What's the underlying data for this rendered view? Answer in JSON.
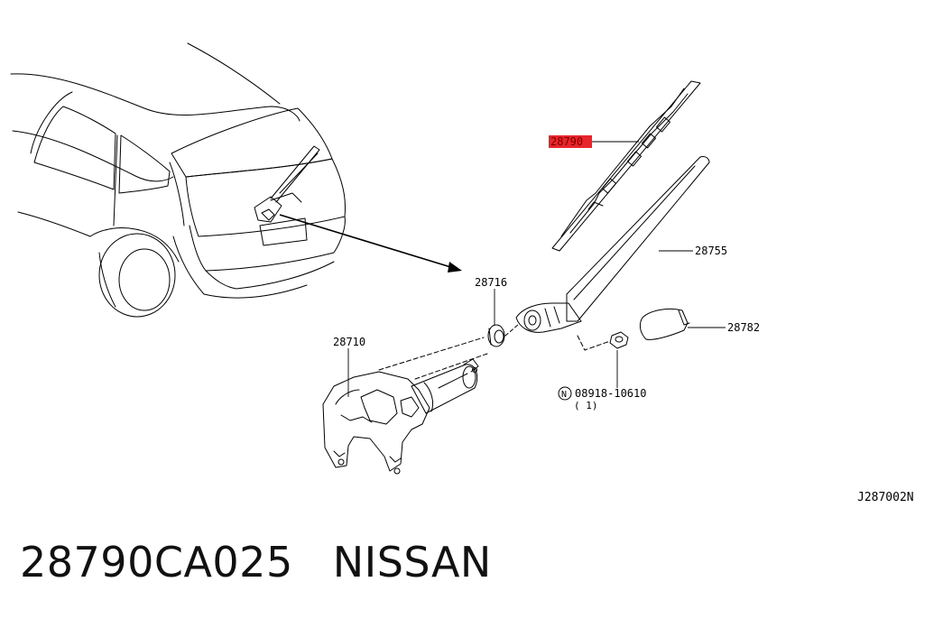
{
  "labels": {
    "highlighted_part": "28790",
    "arm": "28755",
    "nut": "28716",
    "cap": "28782",
    "motor": "28710",
    "bolt": "08918-10610",
    "bolt_qty": "( 1)",
    "bolt_marker": "N",
    "diagram_code": "J287002N"
  },
  "highlight_color": "#e8252b",
  "footer": {
    "part_number": "28790CA025",
    "brand": "NISSAN"
  }
}
